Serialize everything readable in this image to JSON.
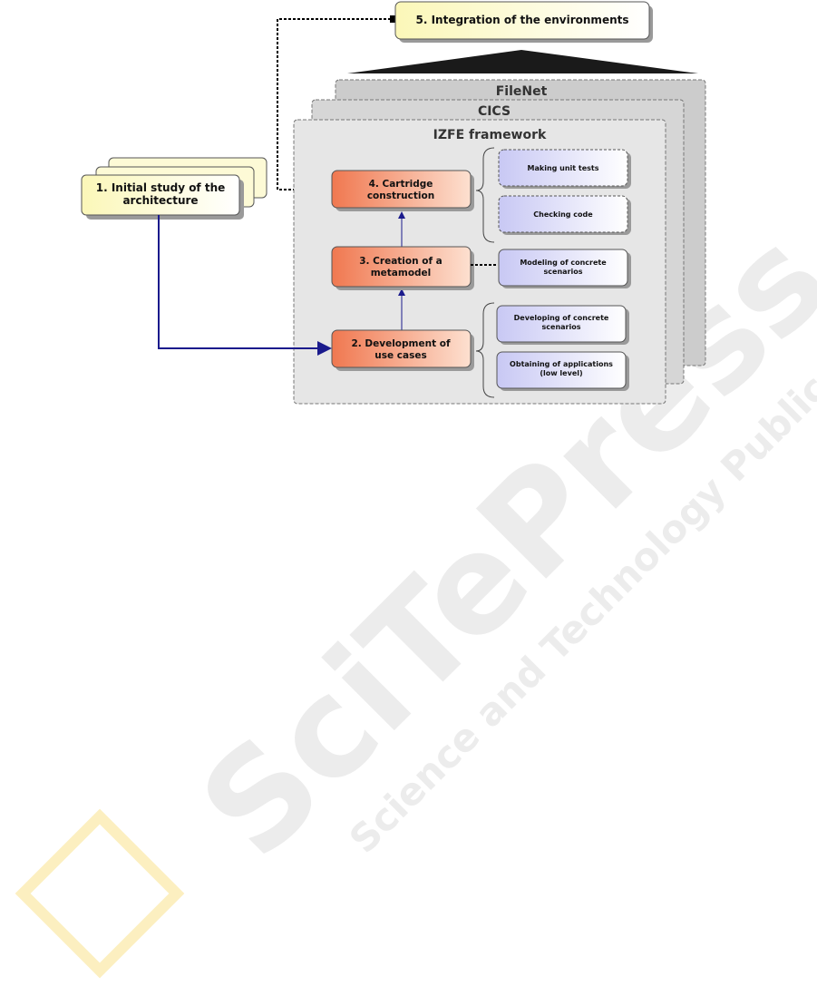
{
  "layers": {
    "filenet": "FileNet",
    "cics": "CICS",
    "izfe": "IZFE framework"
  },
  "steps": {
    "s1": [
      "1. Initial study of the",
      "architecture"
    ],
    "s2": [
      "2. Development of",
      "use cases"
    ],
    "s3": [
      "3. Creation of a",
      "metamodel"
    ],
    "s4": [
      "4. Cartridge",
      "construction"
    ],
    "s5": [
      "5. Integration of the environments"
    ]
  },
  "tasks": {
    "unit_tests": [
      "Making unit tests"
    ],
    "checking_code": [
      "Checking code"
    ],
    "modeling": [
      "Modeling of concrete",
      "scenarios"
    ],
    "developing": [
      "Developing of concrete",
      "scenarios"
    ],
    "obtaining": [
      "Obtaining of applications",
      "(low level)"
    ]
  },
  "watermark": {
    "logo": "SciTePress",
    "tagline": "Science and Technology Publications"
  },
  "colors": {
    "step_orange": "#f08a5f",
    "step_yellow": "#fdfad6",
    "task_lavender": "#d4d4f6",
    "arrow_blue": "#1a1a8c"
  }
}
